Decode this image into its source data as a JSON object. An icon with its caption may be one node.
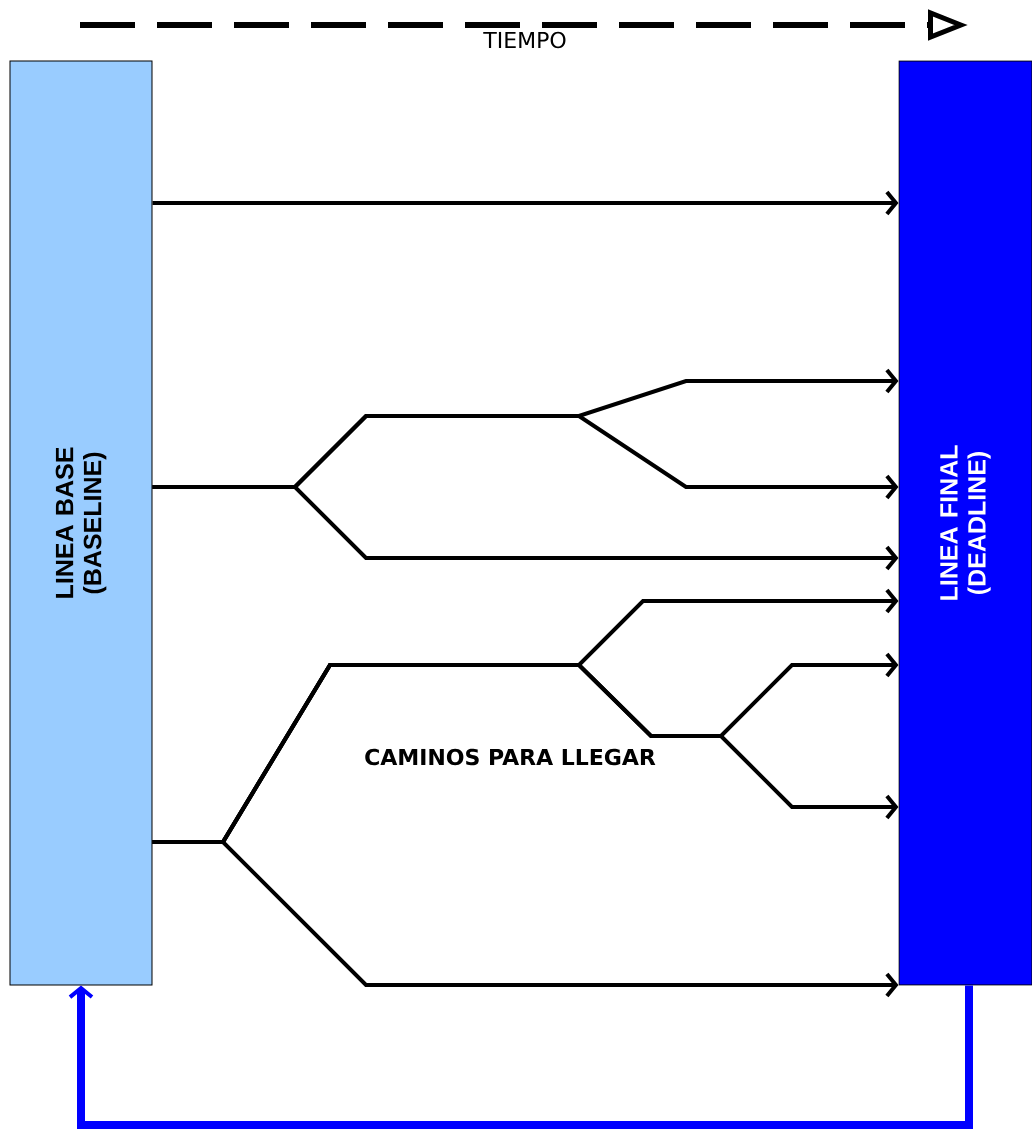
{
  "diagram": {
    "nodes": [
      {
        "text": [
          "LINEA BASE (BASELINE)"
        ]
      },
      {
        "text": [
          "LINEA FINAL (DEADLINE)"
        ]
      }
    ],
    "edges": [
      {
        "from": 0,
        "to": 1,
        "arrow": "to"
      },
      {
        "from": 0,
        "to": 1,
        "arrow": "to"
      },
      {
        "from": 0,
        "to": 1,
        "arrow": "to"
      },
      {
        "from": 0,
        "to": 1,
        "arrow": "to"
      },
      {
        "from": 0,
        "to": 1,
        "arrow": "to"
      },
      {
        "from": 0,
        "to": 1,
        "arrow": "to"
      },
      {
        "from": 0,
        "to": 1,
        "arrow": "to"
      },
      {
        "from": 0,
        "to": 1,
        "arrow": "to"
      },
      {
        "from": 1,
        "to": 0,
        "arrow": "to",
        "style": "thick",
        "color": "#0000ff"
      }
    ],
    "labels": [
      "TIEMPO",
      "CAMINOS PARA LLEGAR"
    ]
  }
}
